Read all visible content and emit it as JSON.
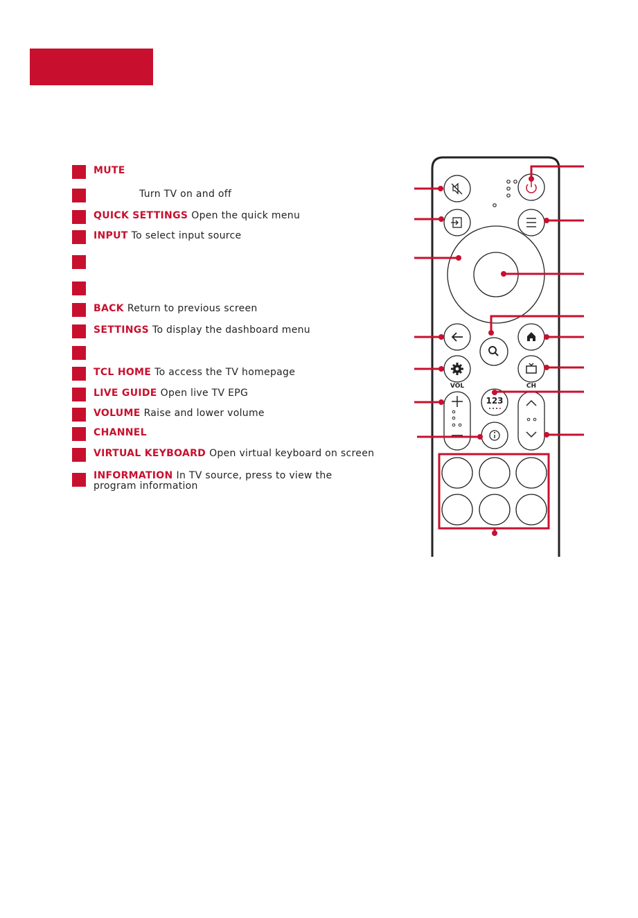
{
  "colors": {
    "accent": "#c8102e",
    "text": "#222222",
    "outline": "#222222"
  },
  "legend": [
    {
      "name": "MUTE",
      "desc": ""
    },
    {
      "name": "",
      "desc": "Turn TV on and off",
      "indent": true
    },
    {
      "name": "QUICK SETTINGS",
      "desc": "Open the quick menu"
    },
    {
      "name": "INPUT",
      "desc": "To select input source"
    },
    {
      "name": "",
      "desc": ""
    },
    {
      "name": "",
      "desc": ""
    },
    {
      "name": "BACK",
      "desc": "Return to previous screen"
    },
    {
      "name": "SETTINGS",
      "desc": "To display the dashboard menu"
    },
    {
      "name": "",
      "desc": ""
    },
    {
      "name": "TCL HOME",
      "desc": "To access the TV homepage"
    },
    {
      "name": "LIVE GUIDE",
      "desc": "Open live TV EPG"
    },
    {
      "name": "VOLUME",
      "desc": "Raise and lower volume"
    },
    {
      "name": "CHANNEL",
      "desc": ""
    },
    {
      "name": "VIRTUAL KEYBOARD",
      "desc": "Open virtual keyboard on screen"
    },
    {
      "name": "INFORMATION",
      "desc": "In TV source, press to view the",
      "desc2": "program information"
    }
  ],
  "remote": {
    "vol_label": "VOL",
    "ch_label": "CH",
    "numpad_label": "123",
    "icons": [
      "mute-icon",
      "power-icon",
      "input-icon",
      "menu-icon",
      "back-icon",
      "search-icon",
      "home-icon",
      "settings-icon",
      "live-tv-icon",
      "plus-icon",
      "minus-icon",
      "chevron-up-icon",
      "chevron-down-icon",
      "info-icon"
    ]
  }
}
